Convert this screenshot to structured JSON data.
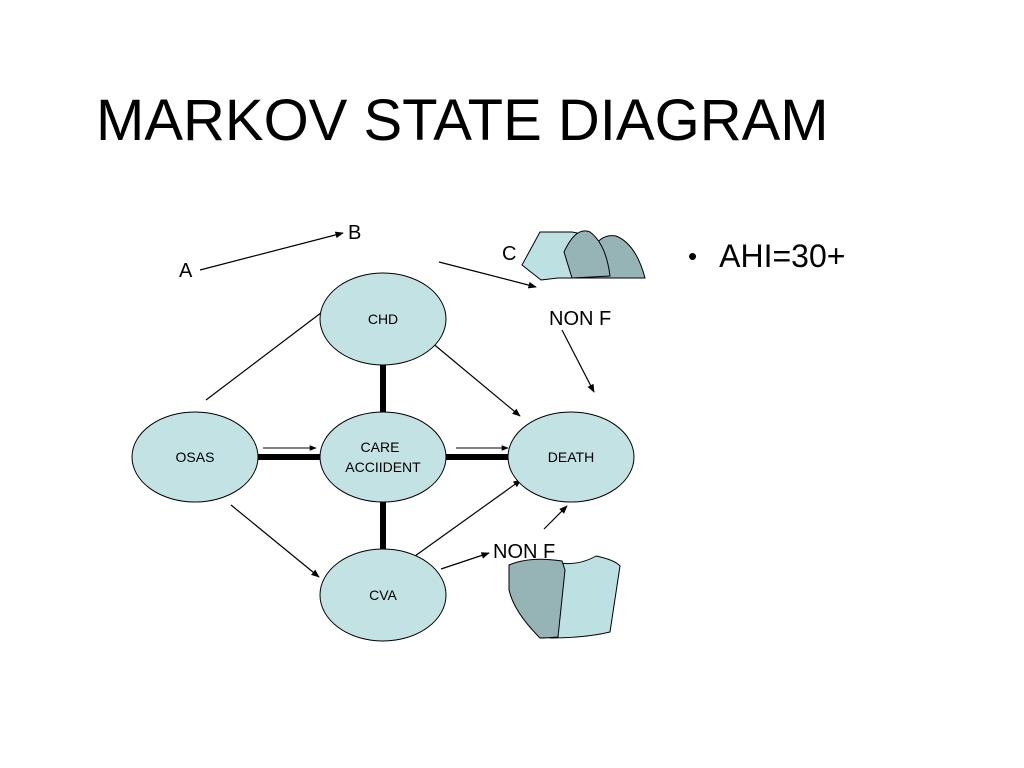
{
  "slide": {
    "title": "MARKOV STATE DIAGRAM",
    "bullets": [
      "AHI=30+"
    ]
  },
  "diagram": {
    "nodes": {
      "osas": "OSAS",
      "chd": "CHD",
      "care_line1": "CARE",
      "care_line2": "ACCIIDENT",
      "death": "DEATH",
      "cva": "CVA"
    },
    "labels": {
      "a": "A",
      "b": "B",
      "c": "C",
      "non_f_top": "NON F",
      "non_f_bottom": "NON F"
    }
  },
  "colors": {
    "node_fill": "#c3e2e4",
    "shape_light": "#bde0e3",
    "shape_dark": "#96b3b5",
    "stroke": "#000000"
  }
}
